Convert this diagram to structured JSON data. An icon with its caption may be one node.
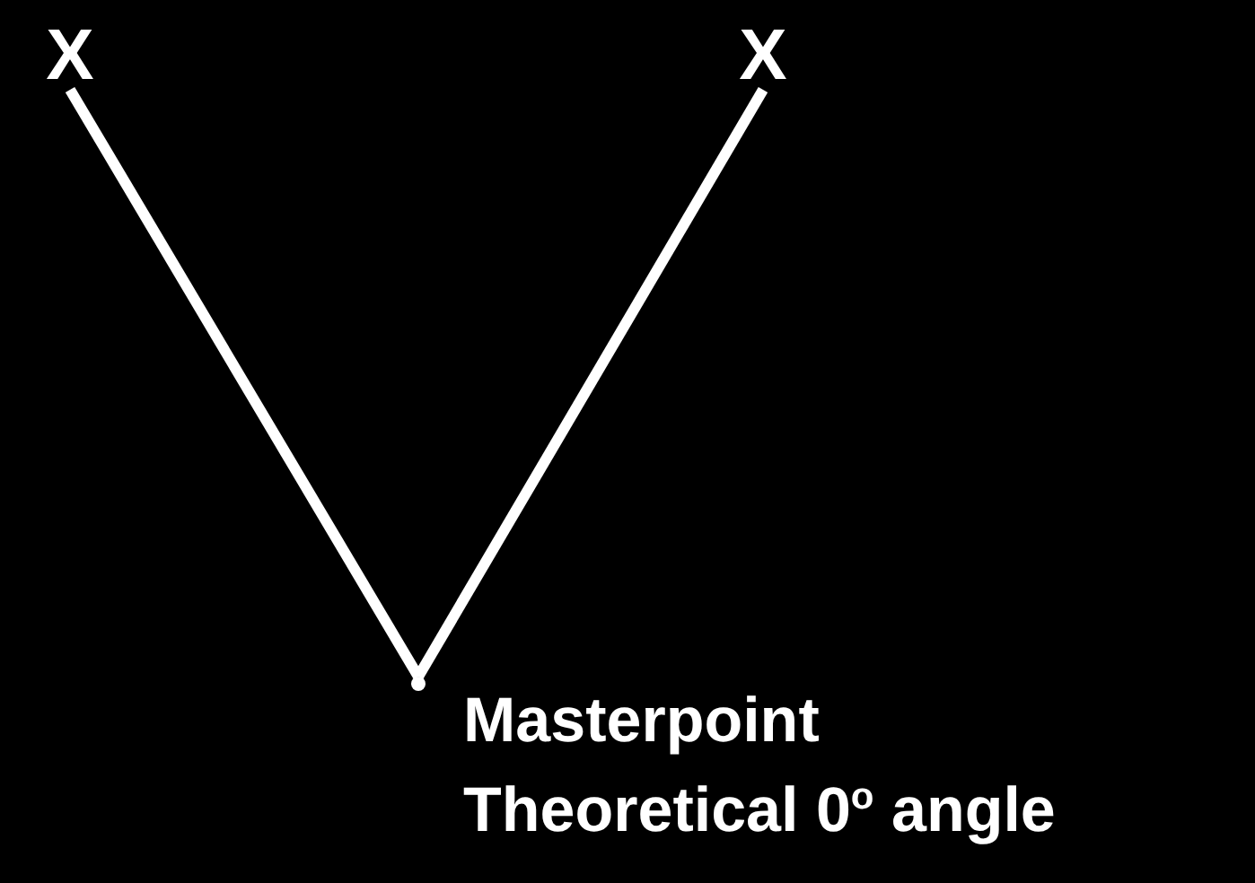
{
  "diagram": {
    "nodes": [
      {
        "text": [
          "X"
        ]
      },
      {
        "text": [
          "X"
        ]
      },
      {
        "text": [],
        "shape": "point",
        "beside": [
          "Masterpoint",
          "Theoretical 0$^{o}$ angle"
        ]
      }
    ],
    "edges": [
      {
        "from": 0,
        "to": 2,
        "arrow": "none"
      },
      {
        "from": 1,
        "to": 2,
        "arrow": "none"
      }
    ]
  }
}
